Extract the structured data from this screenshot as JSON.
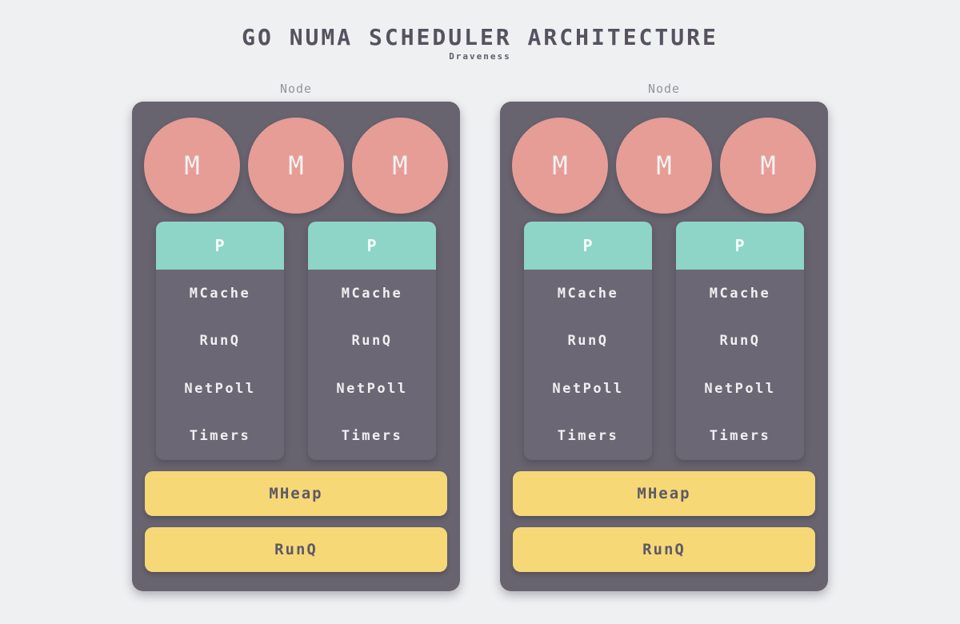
{
  "title": "GO NUMA SCHEDULER ARCHITECTURE",
  "subtitle": "Draveness",
  "colors": {
    "page_bg": "#eff0f2",
    "node_bg": "#67636f",
    "machine_circle": "#e59d96",
    "processor_header": "#8ed5c8",
    "processor_body": "#6b6774",
    "bar_bg": "#f6d877",
    "title_text": "#56525f",
    "node_label_text": "#96949e",
    "light_text": "#f1eff2",
    "bar_text": "#5d5966"
  },
  "nodes": [
    {
      "label": "Node",
      "machines": [
        "M",
        "M",
        "M"
      ],
      "processors": [
        {
          "label": "P",
          "items": [
            "MCache",
            "RunQ",
            "NetPoll",
            "Timers"
          ]
        },
        {
          "label": "P",
          "items": [
            "MCache",
            "RunQ",
            "NetPoll",
            "Timers"
          ]
        }
      ],
      "bars": [
        "MHeap",
        "RunQ"
      ]
    },
    {
      "label": "Node",
      "machines": [
        "M",
        "M",
        "M"
      ],
      "processors": [
        {
          "label": "P",
          "items": [
            "MCache",
            "RunQ",
            "NetPoll",
            "Timers"
          ]
        },
        {
          "label": "P",
          "items": [
            "MCache",
            "RunQ",
            "NetPoll",
            "Timers"
          ]
        }
      ],
      "bars": [
        "MHeap",
        "RunQ"
      ]
    }
  ]
}
